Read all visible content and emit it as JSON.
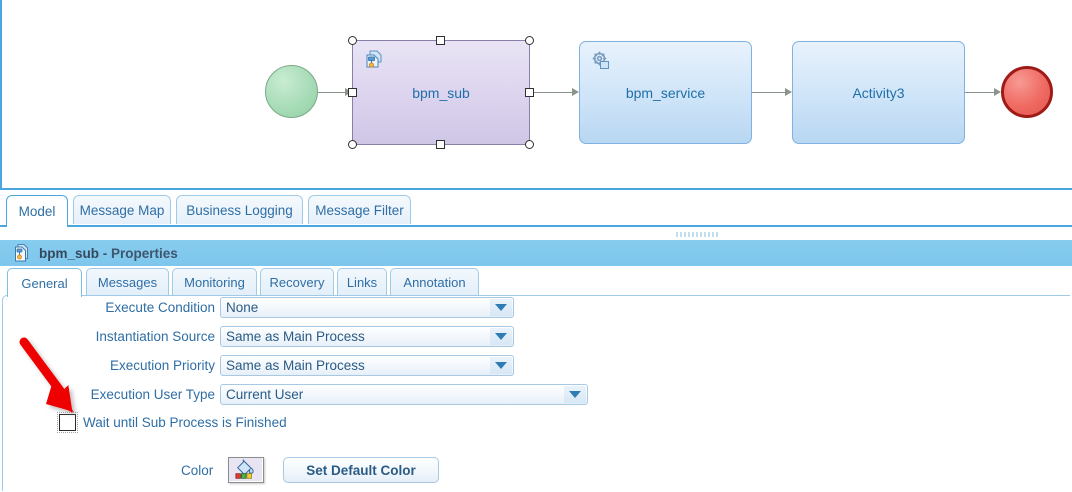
{
  "canvas": {
    "nodes": [
      {
        "id": "start-event",
        "type": "start-event",
        "label": "",
        "icon": "start-event-circle"
      },
      {
        "id": "bpm_sub",
        "type": "sub-process-task",
        "label": "bpm_sub",
        "icon": "sub-process-icon",
        "selected": true
      },
      {
        "id": "bpm_service",
        "type": "service-task",
        "label": "bpm_service",
        "icon": "gear-service-icon",
        "selected": false
      },
      {
        "id": "Activity3",
        "type": "task",
        "label": "Activity3",
        "icon": "",
        "selected": false
      },
      {
        "id": "end-event",
        "type": "end-event",
        "label": "",
        "icon": "end-event-circle"
      }
    ],
    "colors": {
      "selected_fill": "#ddd5ef",
      "task_fill": "#d2e6f9",
      "start_fill": "#a8dcb8",
      "end_fill": "#ef6a62",
      "connector": "#8a948a",
      "panel_border": "#4ba6e0"
    }
  },
  "main_tabs": {
    "selected": "Model",
    "items": [
      {
        "label": "Model"
      },
      {
        "label": "Message Map"
      },
      {
        "label": "Business Logging"
      },
      {
        "label": "Message Filter"
      }
    ]
  },
  "properties": {
    "title_object": "bpm_sub",
    "title_suffix": " - Properties",
    "title_icon": "sub-process-properties-icon",
    "tabs": {
      "selected": "General",
      "items": [
        {
          "label": "General"
        },
        {
          "label": "Messages"
        },
        {
          "label": "Monitoring"
        },
        {
          "label": "Recovery"
        },
        {
          "label": "Links"
        },
        {
          "label": "Annotation"
        }
      ]
    },
    "fields": [
      {
        "label": "Execute Condition",
        "value": "None"
      },
      {
        "label": "Instantiation Source",
        "value": "Same as Main Process"
      },
      {
        "label": "Execution Priority",
        "value": "Same as Main Process"
      },
      {
        "label": "Execution User Type",
        "value": "Current User"
      }
    ],
    "checkbox": {
      "label": "Wait until Sub Process is Finished",
      "checked": false
    },
    "color_row": {
      "label": "Color",
      "swatch_icon": "paint-bucket-icon",
      "button_label": "Set Default Color"
    }
  },
  "annotation": {
    "arrow_color": "#ee0000",
    "points_to": "wait-until-sub-process-checkbox"
  }
}
